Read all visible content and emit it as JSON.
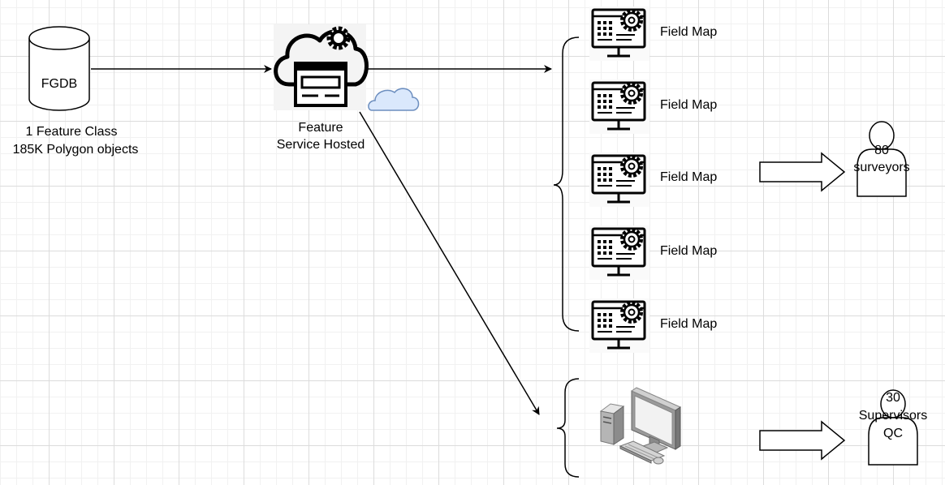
{
  "source": {
    "db_label": "FGDB",
    "line1": "1 Feature Class",
    "line2": "185K Polygon objects"
  },
  "service": {
    "line1": "Feature",
    "line2": "Service Hosted"
  },
  "field_maps": [
    {
      "label": "Field Map"
    },
    {
      "label": "Field Map"
    },
    {
      "label": "Field Map"
    },
    {
      "label": "Field Map"
    },
    {
      "label": "Field Map"
    }
  ],
  "surveyors": {
    "count": "80",
    "label": "surveyors"
  },
  "supervisors": {
    "count": "30",
    "label": "Supervisors",
    "role": "QC"
  },
  "colors": {
    "cloud_fill": "#dae8fc",
    "cloud_stroke": "#6c8ebf"
  }
}
